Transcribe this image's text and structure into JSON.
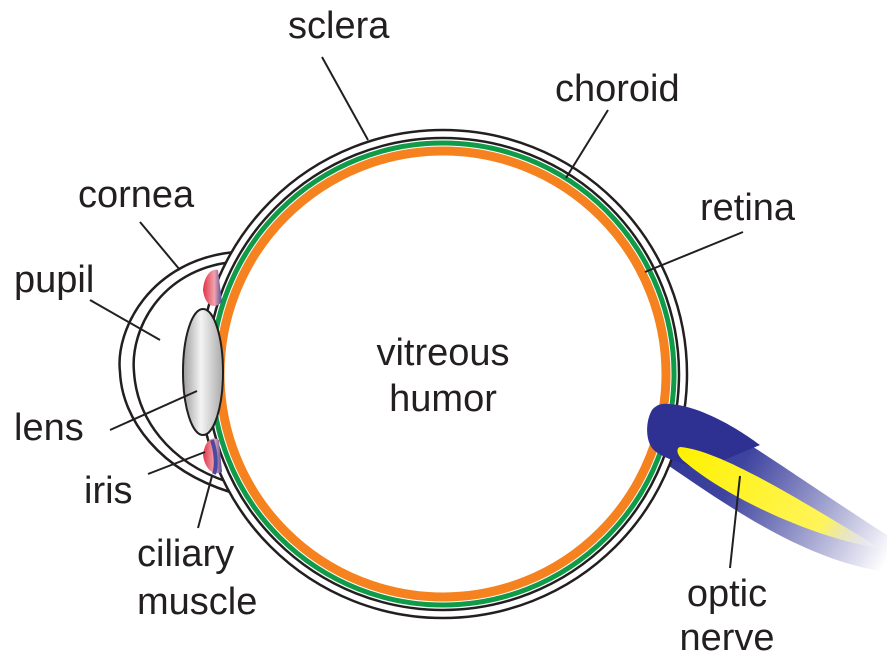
{
  "labels": {
    "sclera": "sclera",
    "choroid": "choroid",
    "retina": "retina",
    "cornea": "cornea",
    "pupil": "pupil",
    "lens": "lens",
    "iris": "iris",
    "ciliary_muscle_line1": "ciliary",
    "ciliary_muscle_line2": "muscle",
    "vitreous_humor_line1": "vitreous",
    "vitreous_humor_line2": "humor",
    "optic_nerve_line1": "optic",
    "optic_nerve_line2": "nerve"
  },
  "colors": {
    "outline": "#231f20",
    "choroid": "#109b48",
    "retina": "#f5821f",
    "lens_light": "#f4f4f4",
    "lens_dark": "#9d9d9d",
    "iris_red": "#e0344a",
    "iris_blue": "#4c4aa0",
    "optic_nerve": "#2e3192",
    "optic_core": "#fff200"
  }
}
